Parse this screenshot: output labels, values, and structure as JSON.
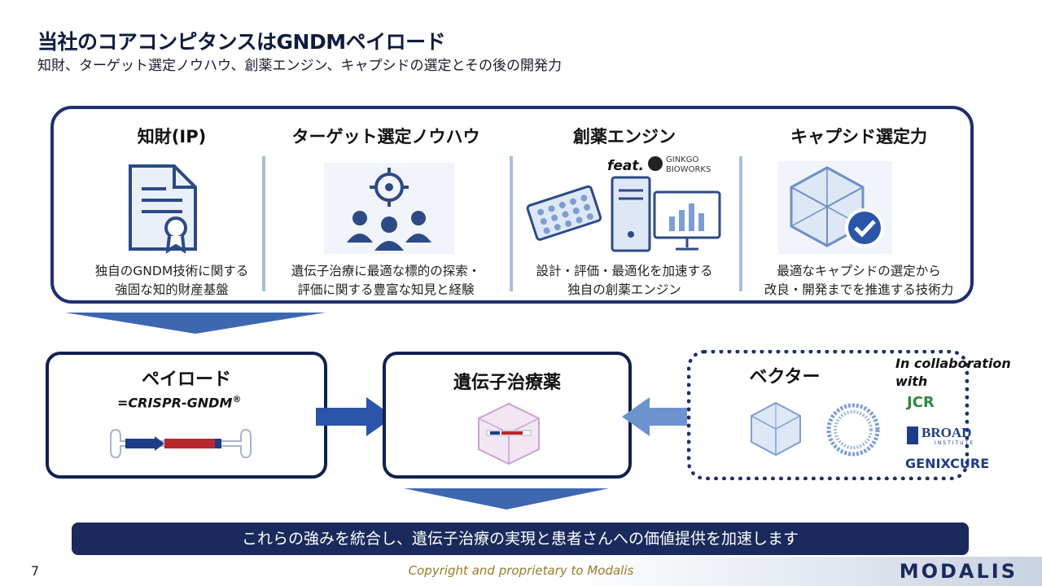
{
  "header": {
    "title": "当社のコアコンピタンスはGNDMペイロード",
    "subtitle": "知財、ターゲット選定ノウハウ、創薬エンジン、キャプシドの選定とその後の開発力"
  },
  "capabilities": [
    {
      "title": "知財(IP)",
      "desc_line1": "独自のGNDM技術に関する",
      "desc_line2": "強固な知的財産基盤",
      "icon": "certificate-icon"
    },
    {
      "title": "ターゲット選定ノウハウ",
      "desc_line1": "遺伝子治療に最適な標的の探索・",
      "desc_line2": "評価に関する豊富な知見と経験",
      "icon": "target-team-icon"
    },
    {
      "title": "創薬エンジン",
      "desc_line1": "設計・評価・最適化を加速する",
      "desc_line2": "独自の創薬エンジン",
      "icon": "drug-discovery-engine-icon",
      "feat_label": "feat.",
      "partner_line1": "GINKGO",
      "partner_line2": "BIOWORKS"
    },
    {
      "title": "キャプシド選定力",
      "desc_line1": "最適なキャプシドの選定から",
      "desc_line2": "改良・開発までを推進する技術力",
      "icon": "capsid-check-icon"
    }
  ],
  "payload": {
    "title": "ペイロード",
    "subtitle_prefix": "=CRISPR-GNDM",
    "subtitle_mark": "®"
  },
  "therapy": {
    "title": "遺伝子治療薬"
  },
  "vector": {
    "title": "ベクター"
  },
  "collaboration": {
    "label_line1": "In collaboration",
    "label_line2": "with",
    "partners": [
      "JCR",
      "BROAD",
      "INSTITUTE",
      "GENIXCURE"
    ]
  },
  "footer": {
    "banner": "これらの強みを統合し、遺伝子治療の実現と患者さんへの価値提供を加速します",
    "page_number": "7",
    "copyright": "Copyright and proprietary to Modalis",
    "brand": "MODALIS"
  },
  "colors": {
    "navy": "#1a2a5c",
    "light_blue": "#a8bde0",
    "arrow_blue": "#2a55a8"
  }
}
